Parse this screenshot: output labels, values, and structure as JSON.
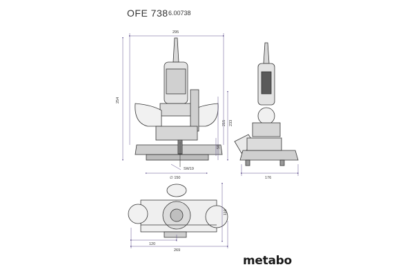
{
  "header": {
    "model": "OFE 738",
    "article_number": "6.00738"
  },
  "logo": {
    "text": "metabo"
  },
  "dimensions": {
    "front_width": "295",
    "front_height_total": "254",
    "front_height_inner": "215",
    "front_height_right": "233",
    "front_stroke": "50",
    "base_diameter": "∅ 150",
    "collet": "SW19",
    "side_depth": "176",
    "top_width": "269",
    "top_offset": "120",
    "top_depth": "110"
  },
  "colors": {
    "line": "#333333",
    "dim_line": "#5a4a8a",
    "fill_light": "#e9e9e9",
    "fill_mid": "#cfcfcf",
    "fill_dark": "#555555"
  }
}
